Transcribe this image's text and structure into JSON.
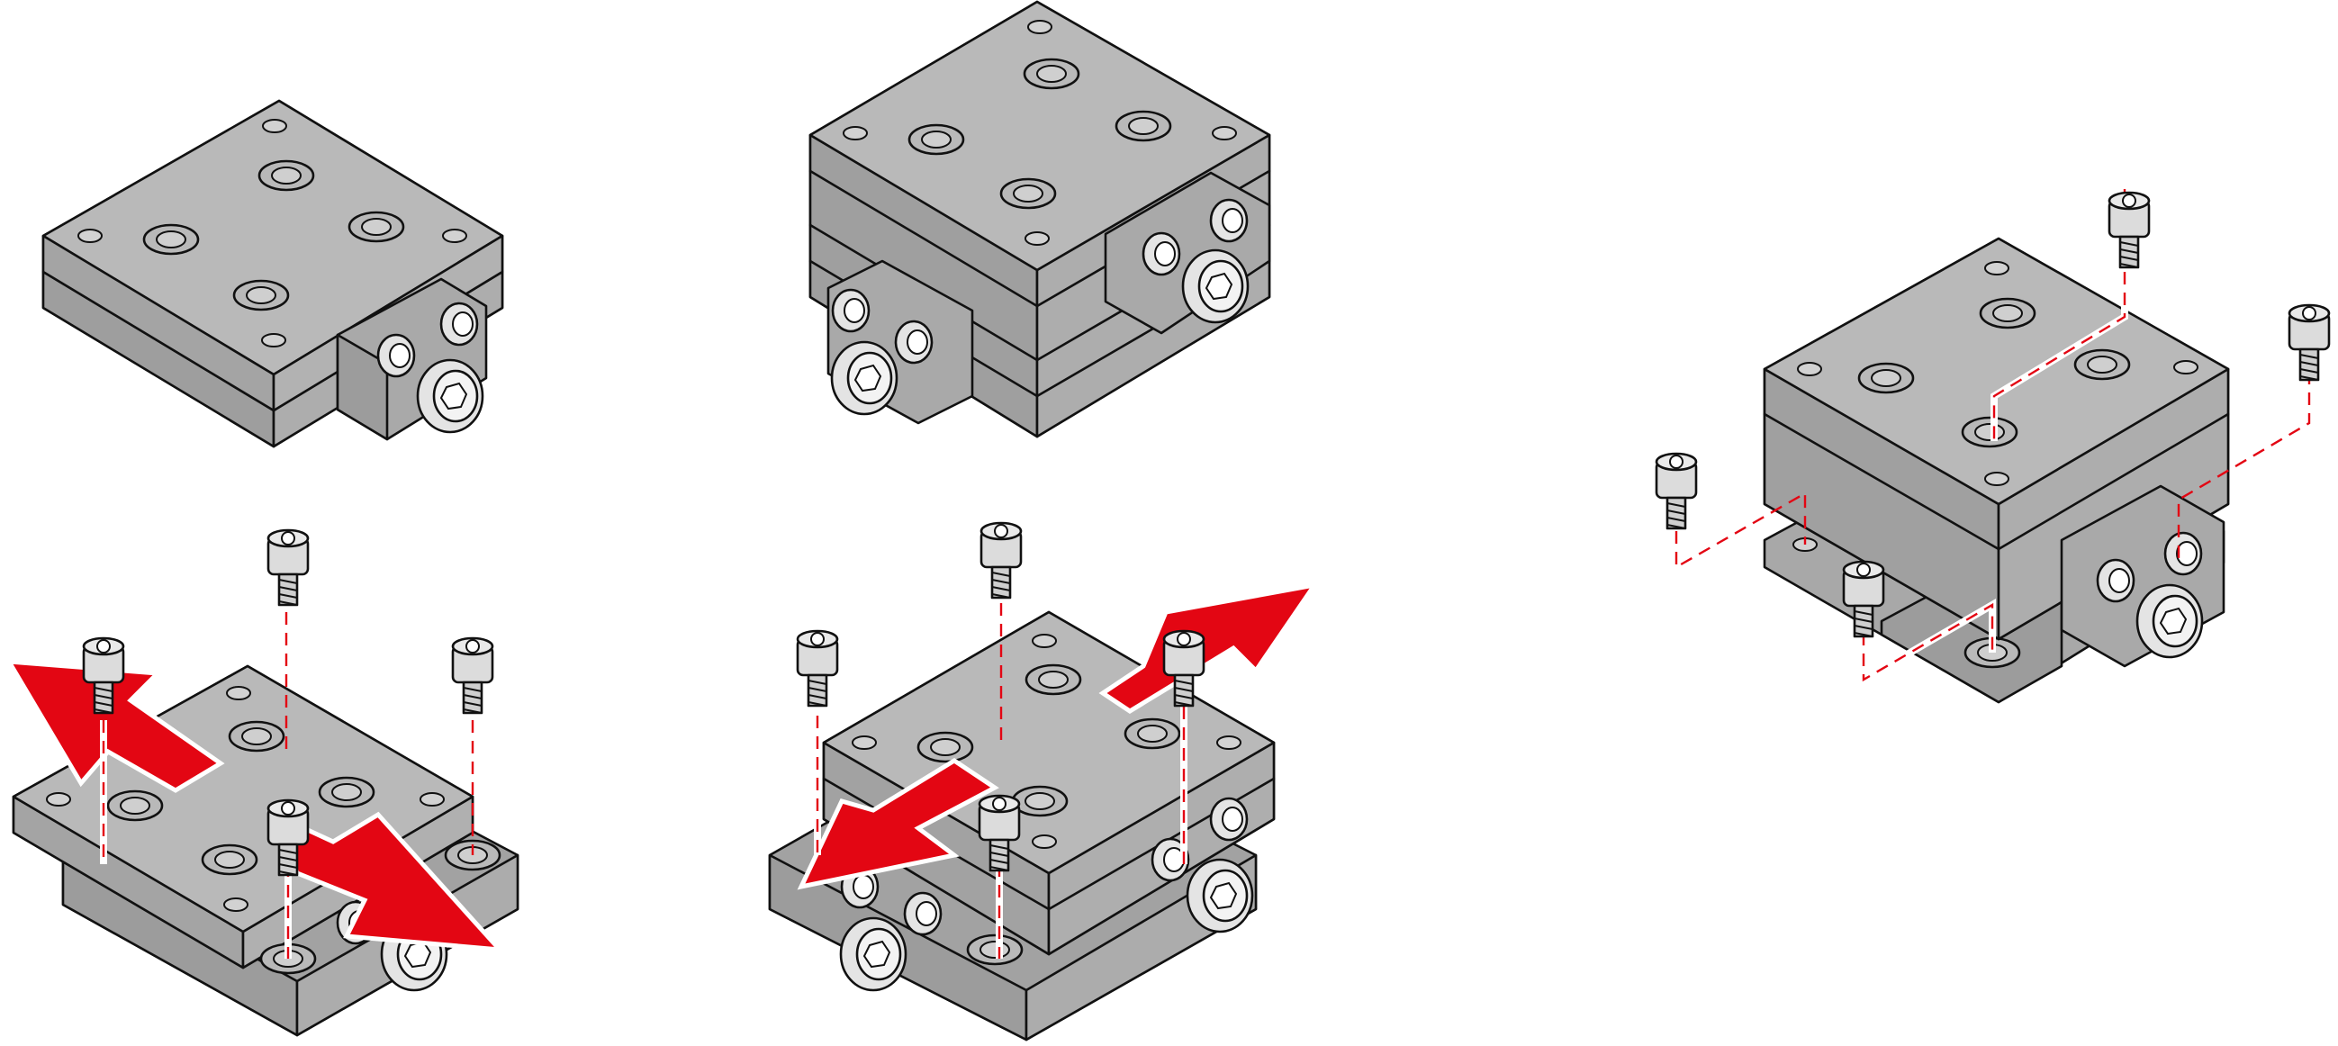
{
  "colors": {
    "background": "#ffffff",
    "stage_top": "#b9b9b9",
    "stage_left": "#9e9e9e",
    "stage_right": "#adadad",
    "outline": "#111111",
    "arrow": "#e30613",
    "guide_line": "#e30613",
    "screw": "#dcdcdc"
  },
  "figures": [
    {
      "name": "single-axis-stage",
      "view": "assembled"
    },
    {
      "name": "xy-stage",
      "view": "assembled"
    },
    {
      "name": "xy-stage-with-mounting-bracket",
      "view": "mounting"
    },
    {
      "name": "single-axis-stage",
      "view": "mounting",
      "arrows": 2,
      "screws": 4
    },
    {
      "name": "xy-stage",
      "view": "mounting",
      "arrows": 2,
      "screws": 4
    }
  ]
}
